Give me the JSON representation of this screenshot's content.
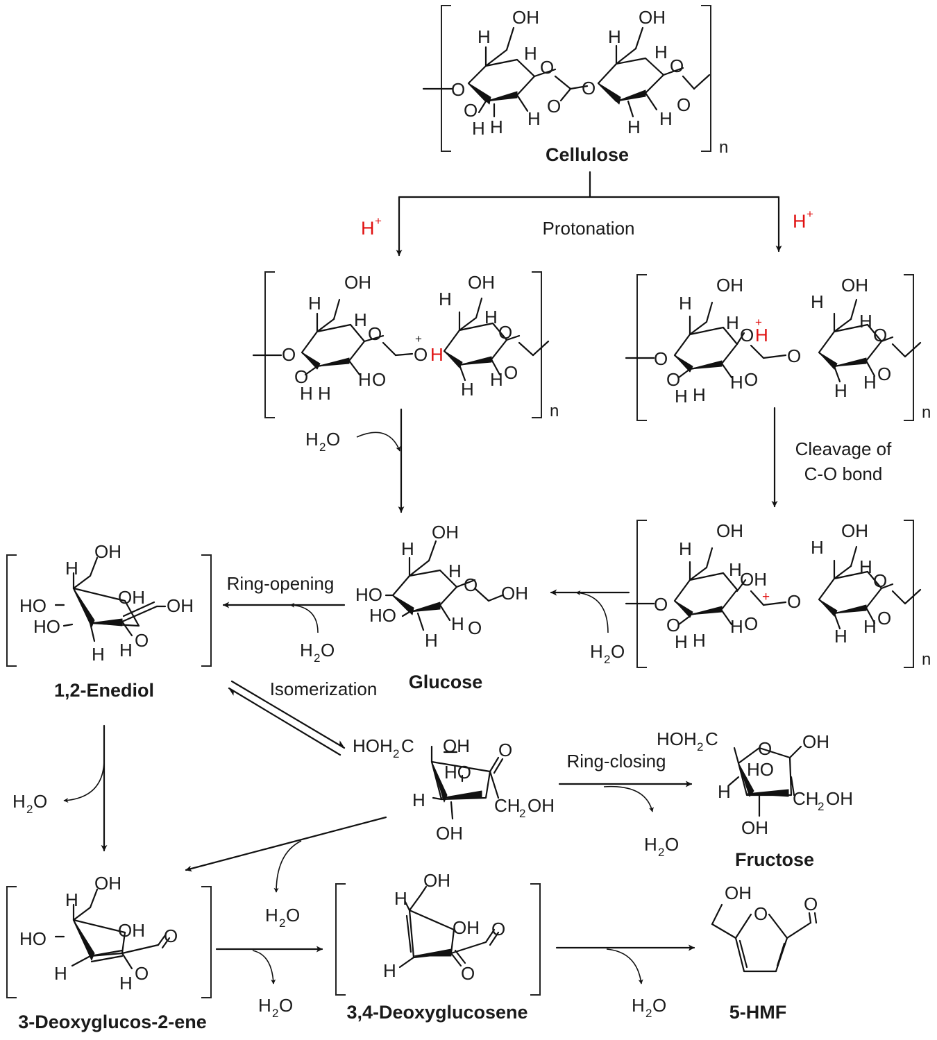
{
  "colors": {
    "ink": "#1a1a1a",
    "proton": "#e01010"
  },
  "compounds": {
    "cellulose": "Cellulose",
    "glucose": "Glucose",
    "enediol": "1,2-Enediol",
    "fructose": "Fructose",
    "deoxyglucos2ene": "3-Deoxyglucos-2-ene",
    "deoxyglucosene34": "3,4-Deoxyglucosene",
    "hmf": "5-HMF"
  },
  "steps": {
    "protonation": "Protonation",
    "cleavage_line1": "Cleavage of",
    "cleavage_line2": "C-O bond",
    "ring_opening": "Ring-opening",
    "isomerization": "Isomerization",
    "ring_closing": "Ring-closing"
  },
  "reagents": {
    "proton": "H",
    "plus": "+",
    "water_h": "H",
    "water_2": "2",
    "water_o": "O"
  },
  "labels": {
    "oh": "OH",
    "ho": "HO",
    "h": "H",
    "o": "O",
    "n": "n",
    "hoh2c_a": "HOH",
    "hoh2c_2": "2",
    "hoh2c_c": "C",
    "ch2oh_a": "CH",
    "ch2oh_2": "2",
    "ch2oh_b": "OH"
  }
}
